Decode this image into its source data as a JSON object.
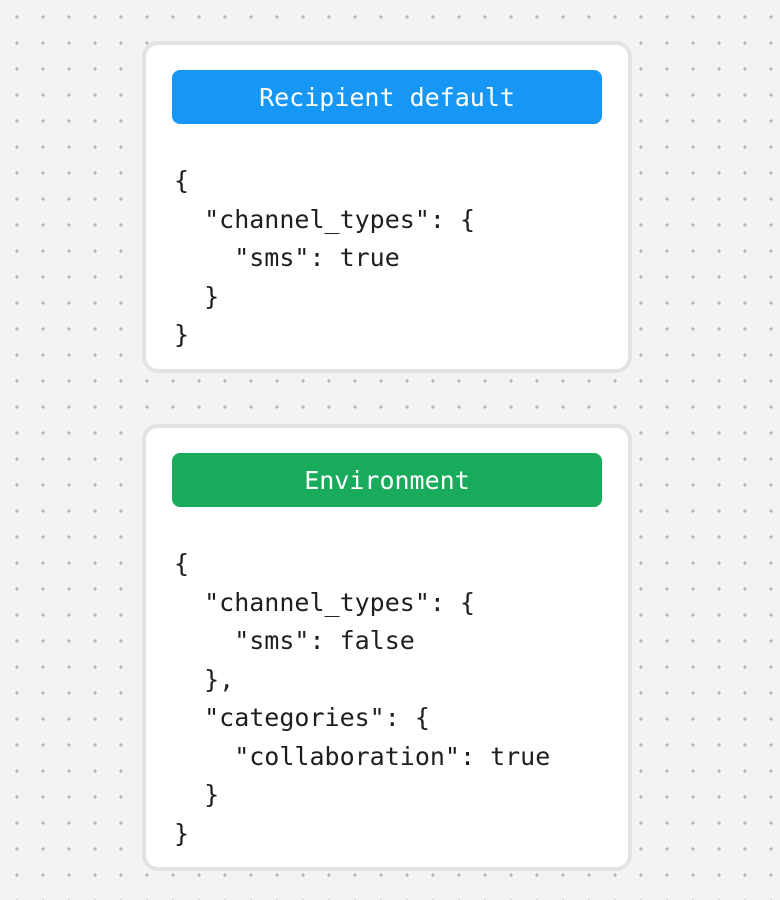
{
  "page": {
    "background_color": "#f3f3f3",
    "dot_color": "#b5b5b5",
    "card_border_color": "#e3e3e3",
    "code_text_color": "#1e1e1e"
  },
  "cards": [
    {
      "title": "Recipient default",
      "header_color": "#1697f6",
      "code_lines": [
        "{",
        "  \"channel_types\": {",
        "    \"sms\": true",
        "  }",
        "}"
      ]
    },
    {
      "title": "Environment",
      "header_color": "#17ab5b",
      "code_lines": [
        "{",
        "  \"channel_types\": {",
        "    \"sms\": false",
        "  },",
        "  \"categories\": {",
        "    \"collaboration\": true",
        "  }",
        "}"
      ]
    }
  ]
}
